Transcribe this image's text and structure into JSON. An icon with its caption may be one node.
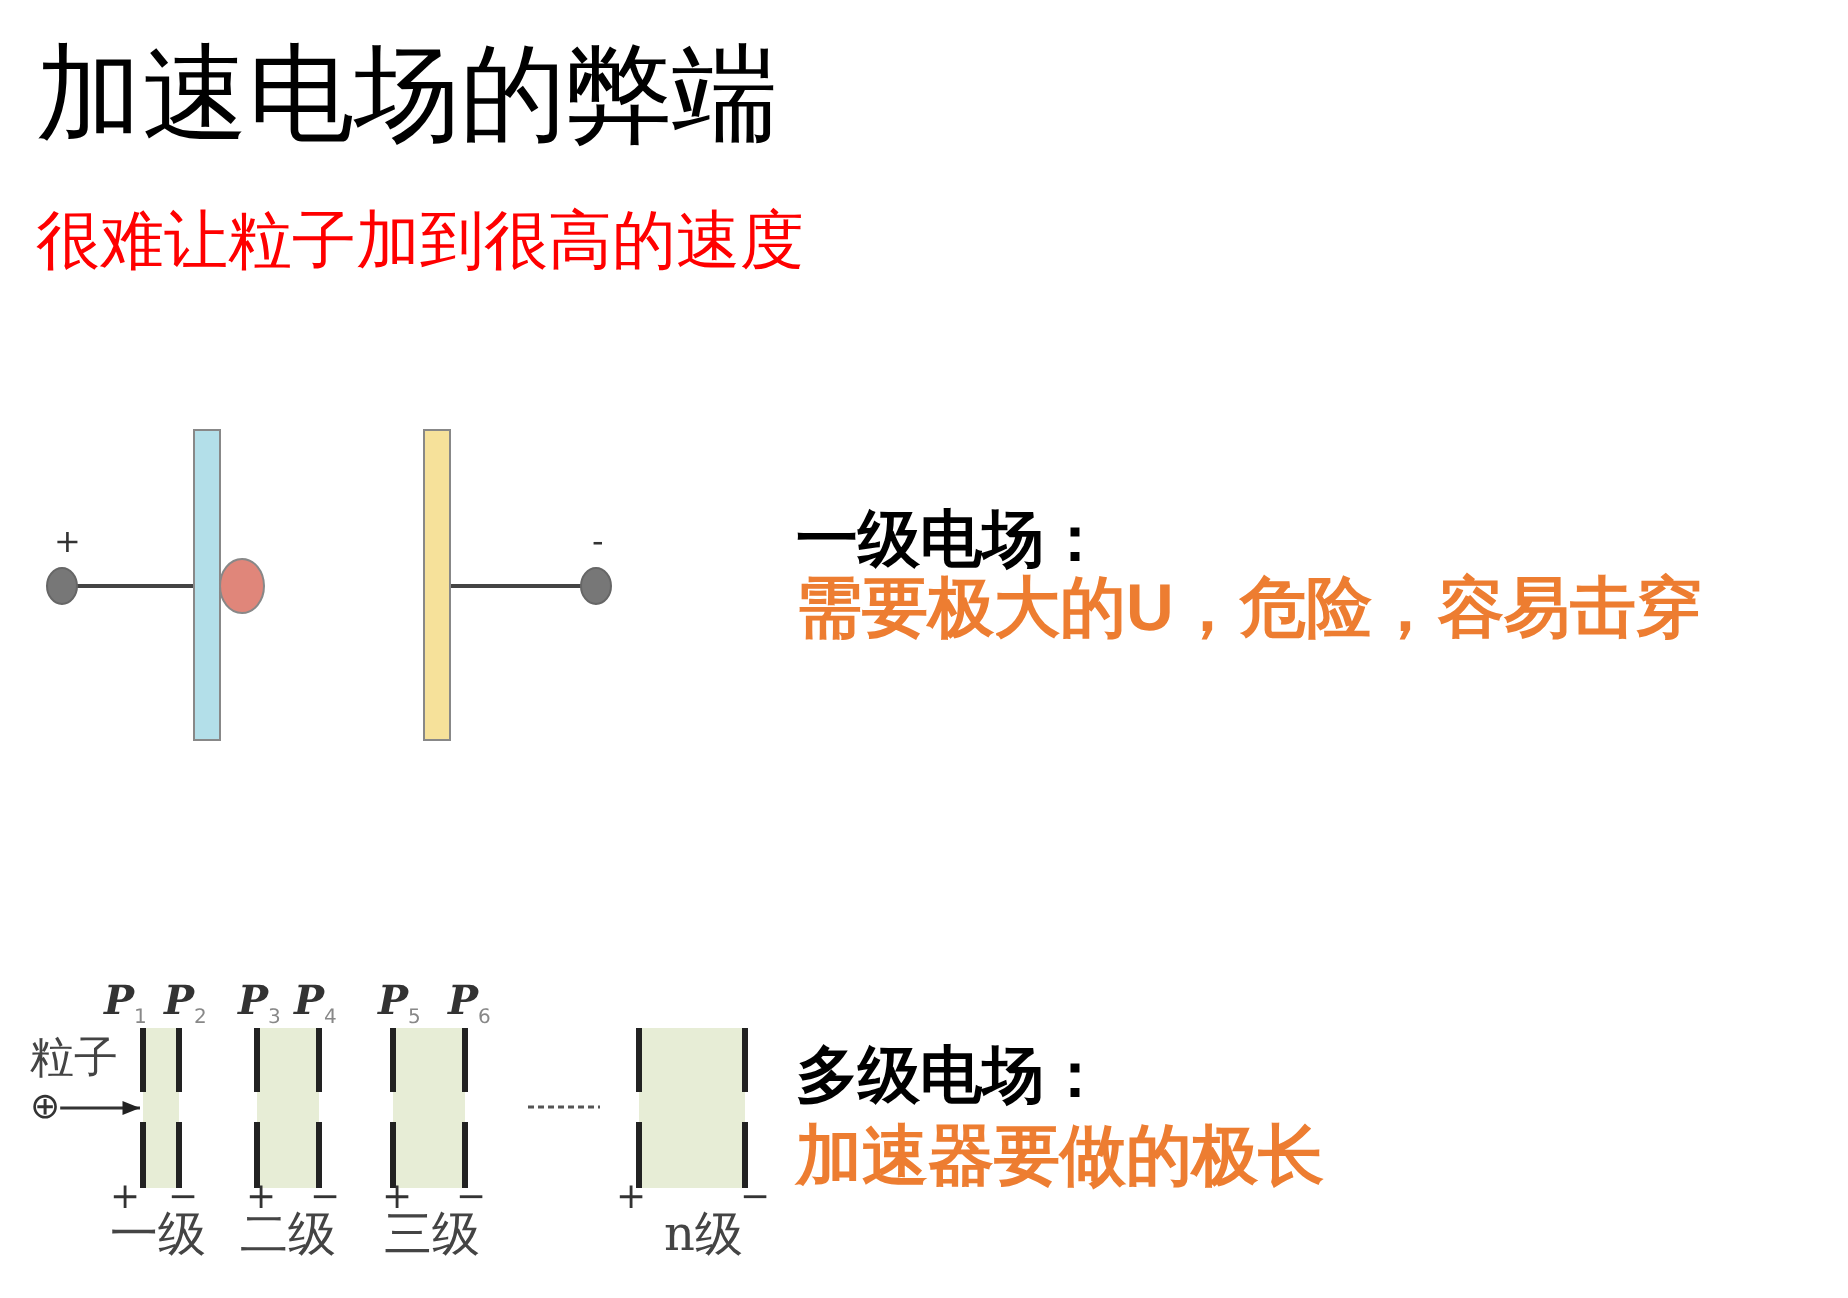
{
  "diagram": {
    "title": "加速电场的弊端",
    "nodes": [
      {
        "text": [
          "⊕"
        ],
        "beside": [
          "粒子"
        ]
      },
      {
        "text": [],
        "shape": "box",
        "beside": [
          "*P*$_{1}$",
          "*P*$_{2}$",
          "+",
          "−",
          "一级"
        ]
      },
      {
        "text": [],
        "shape": "box",
        "beside": [
          "*P*$_{3}$",
          "*P*$_{4}$",
          "+",
          "−",
          "二级"
        ]
      },
      {
        "text": [],
        "shape": "box",
        "beside": [
          "*P*$_{5}$",
          "*P*$_{6}$",
          "+",
          "−",
          "三级"
        ]
      },
      {
        "text": [],
        "shape": "box",
        "beside": [
          "+",
          "−",
          "n级"
        ]
      }
    ],
    "edges": [
      {
        "from": 0,
        "to": 1,
        "arrow": "to"
      }
    ],
    "labels": [
      "很难让粒子加到很高的速度",
      "+",
      "-",
      "一级电场：",
      "需要极大的U，危险，容易击穿",
      "多级电场：",
      "加速器要做的极长"
    ]
  }
}
